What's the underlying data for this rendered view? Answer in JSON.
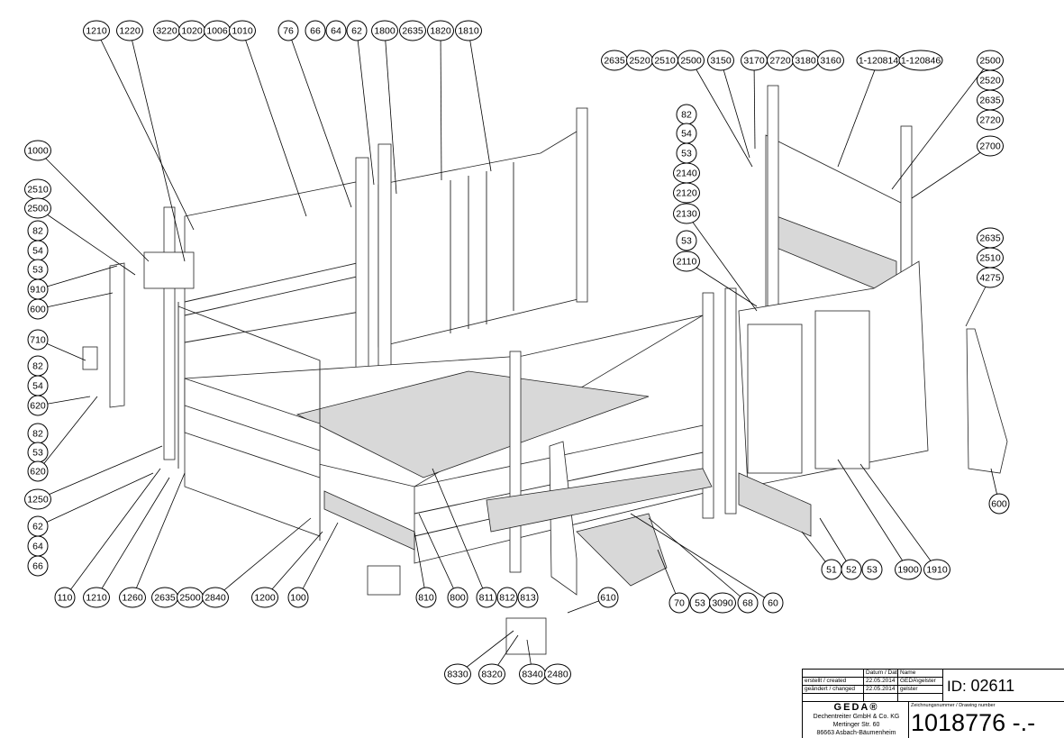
{
  "balloons": {
    "top_left_row": [
      "1210",
      "1220",
      "3220",
      "1020",
      "1006",
      "1010",
      "76",
      "66",
      "64",
      "62",
      "1800",
      "2635",
      "1820",
      "1810"
    ],
    "top_right_row": [
      "2635",
      "2520",
      "2510",
      "2500",
      "3150",
      "3170",
      "2720",
      "3180",
      "3160",
      "1-120814",
      "1-120846"
    ],
    "right_column_top": [
      "2500",
      "2520",
      "2635",
      "2720",
      "2700"
    ],
    "middle_column": [
      "82",
      "54",
      "53",
      "2140",
      "2120",
      "2130",
      "53",
      "2110"
    ],
    "right_column_mid": [
      "2635",
      "2510",
      "4275",
      "600"
    ],
    "left_column": [
      "1000",
      "2510",
      "2500",
      "82",
      "54",
      "53",
      "910",
      "600",
      "710",
      "82",
      "54",
      "620",
      "82",
      "53",
      "620",
      "1250",
      "62",
      "64",
      "66"
    ],
    "bottom_row": [
      "110",
      "1210",
      "1260",
      "2635",
      "2500",
      "2840",
      "1200",
      "100",
      "810",
      "800",
      "811",
      "812",
      "813",
      "610",
      "70",
      "53",
      "3090",
      "68",
      "60"
    ],
    "bottom_right_row": [
      "51",
      "52",
      "53",
      "1900",
      "1910"
    ],
    "bottom_detail_row": [
      "8330",
      "8320",
      "8340",
      "2480"
    ]
  },
  "title_block": {
    "date_header": "Datum / Date",
    "name_header": "Name",
    "created_label": "erstellt / created",
    "created_date": "22.05.2014",
    "created_name": "GEDA\\gelster",
    "changed_label": "geändert / changed",
    "changed_date": "22.05.2014",
    "changed_name": "gelster",
    "id_label": "ID:",
    "id_value": "02611",
    "logo": "GEDA®",
    "company": "Dechentreiter GmbH & Co. KG",
    "street": "Mertinger Str. 60",
    "city": "86663 Asbach-Bäumenheim",
    "drawing_number_label": "Zeichnungsnummer / Drawing number",
    "drawing_number": "1018776 -.-"
  }
}
